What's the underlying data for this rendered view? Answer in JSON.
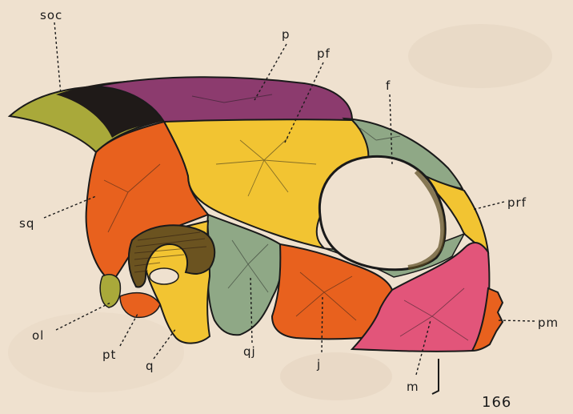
{
  "figure_number": "166",
  "colors": {
    "paper": "#efe1cf",
    "purple": "#8c3b6e",
    "yellow": "#f2c432",
    "orange": "#e8611e",
    "green": "#8fa886",
    "pink": "#e2557a",
    "olive": "#a9a93a",
    "black": "#1a1a1a"
  },
  "labels": {
    "soc": "soc",
    "p": "p",
    "pf": "pf",
    "f": "f",
    "prf": "prf",
    "sq": "sq",
    "ol": "ol",
    "pt": "pt",
    "q": "q",
    "qj": "qj",
    "j": "j",
    "m": "m",
    "pm": "pm"
  }
}
